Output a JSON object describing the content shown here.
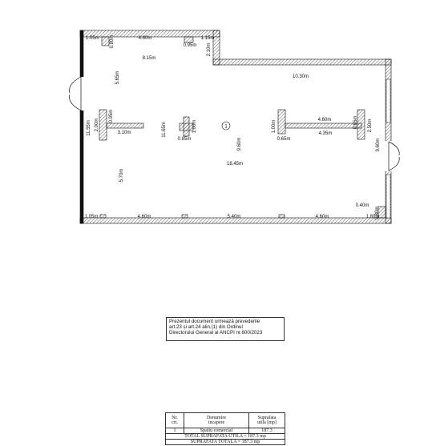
{
  "plan": {
    "dims": {
      "d1": "1.05m",
      "d2": "0.80m",
      "d3": "4.60m",
      "d4": "1.15m",
      "d5": "0.95m",
      "d6": "2.10m",
      "d7": "8.15m",
      "d8": "10.30m",
      "d9": "5.65m",
      "d10": "11.55m",
      "d11": "2.00m",
      "d12": "0.95m",
      "d13": "3.10m",
      "d14": "11.65m",
      "d15": "1.00m",
      "d16": "0.85m",
      "d17": "9.60m",
      "d18": "1.00m",
      "d19": "0.65m",
      "d20": "4.60m",
      "d21": "4.35m",
      "d22": "0.85m",
      "d23": "2.50m",
      "d24": "9.60m",
      "d25": "18.45m",
      "d26": "5.70m",
      "d27": "0.40m",
      "d28": "0.80m",
      "d29": "1.05m",
      "d30": "4.60m",
      "d31": "5.40m",
      "d32": "4.60m",
      "d33": "1.80m"
    },
    "room_number": "1"
  },
  "notice": {
    "line1": "Prezentul document urmează prevederile",
    "line2": "art.23 și art.24 alin.(1) din Ordinul",
    "line3": "Directorului General al ANCPI nr.600/2023"
  },
  "summary": {
    "col_nr": "Nr.",
    "col_nr2": "crt.",
    "col_name": "Denumire",
    "col_name2": "incapere",
    "col_area": "Suprafata",
    "col_area2": "utila [mp]",
    "row_nr": "1",
    "row_name": "Spatiu comercial",
    "row_area": "187.3",
    "total_util": "TOTAL SUPRAFATA UTILA = 187.3 mp",
    "total": "SUPRAFATA TOTALA = 187.3 mp"
  },
  "colors": {
    "wall": "#111111",
    "hatch": "#333333",
    "paper": "#ffffff"
  }
}
